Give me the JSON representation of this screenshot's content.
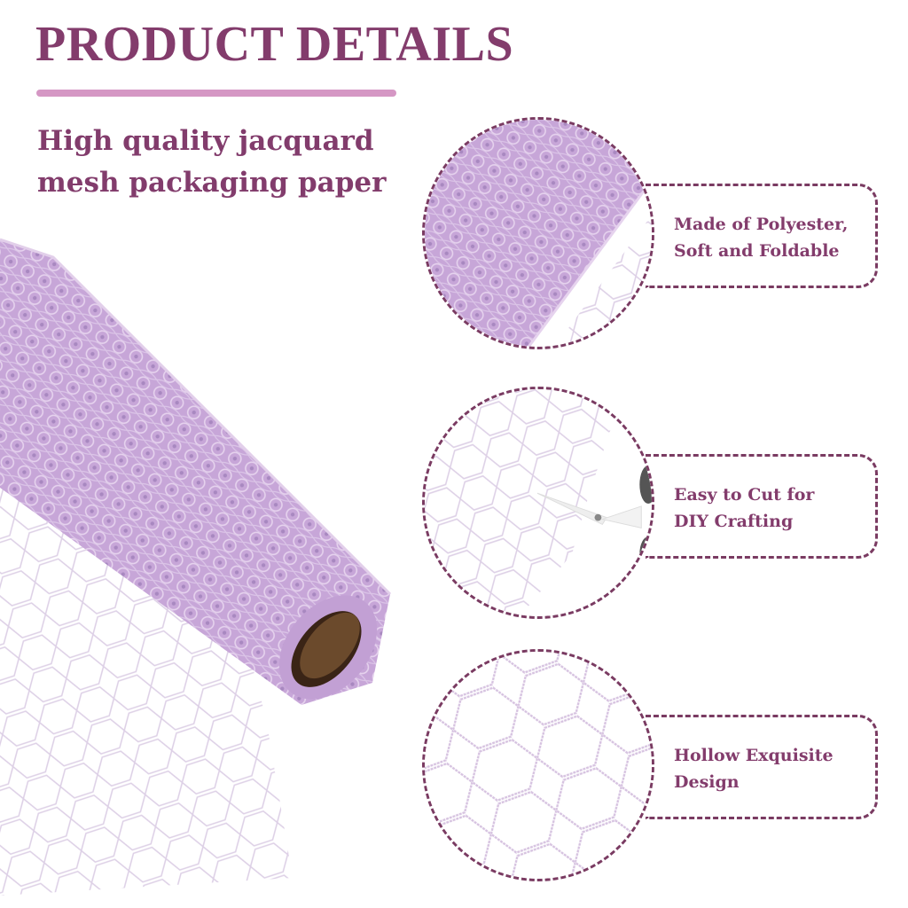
{
  "header": {
    "title": "PRODUCT DETAILS",
    "subtitle_lines": [
      "High quality jacquard",
      "mesh packaging paper"
    ]
  },
  "product_image": {
    "subject": "lavender jacquard mesh roll with cardboard core",
    "color": "#c9a8d6"
  },
  "features": [
    {
      "lines": [
        "Made of Polyester,",
        "Soft and Foldable"
      ],
      "image_subject": "close-up of dense mesh roll"
    },
    {
      "lines": [
        "Easy to Cut for",
        "DIY Crafting"
      ],
      "image_subject": "open mesh being cut with scissors"
    },
    {
      "lines": [
        "Hollow Exquisite",
        "Design"
      ],
      "image_subject": "close-up of hollow net pattern"
    }
  ],
  "colors": {
    "title": "#833c6c",
    "accent_rule": "#d597c4",
    "dashed_border": "#7a3b62",
    "mesh": "#c9a8d6"
  }
}
